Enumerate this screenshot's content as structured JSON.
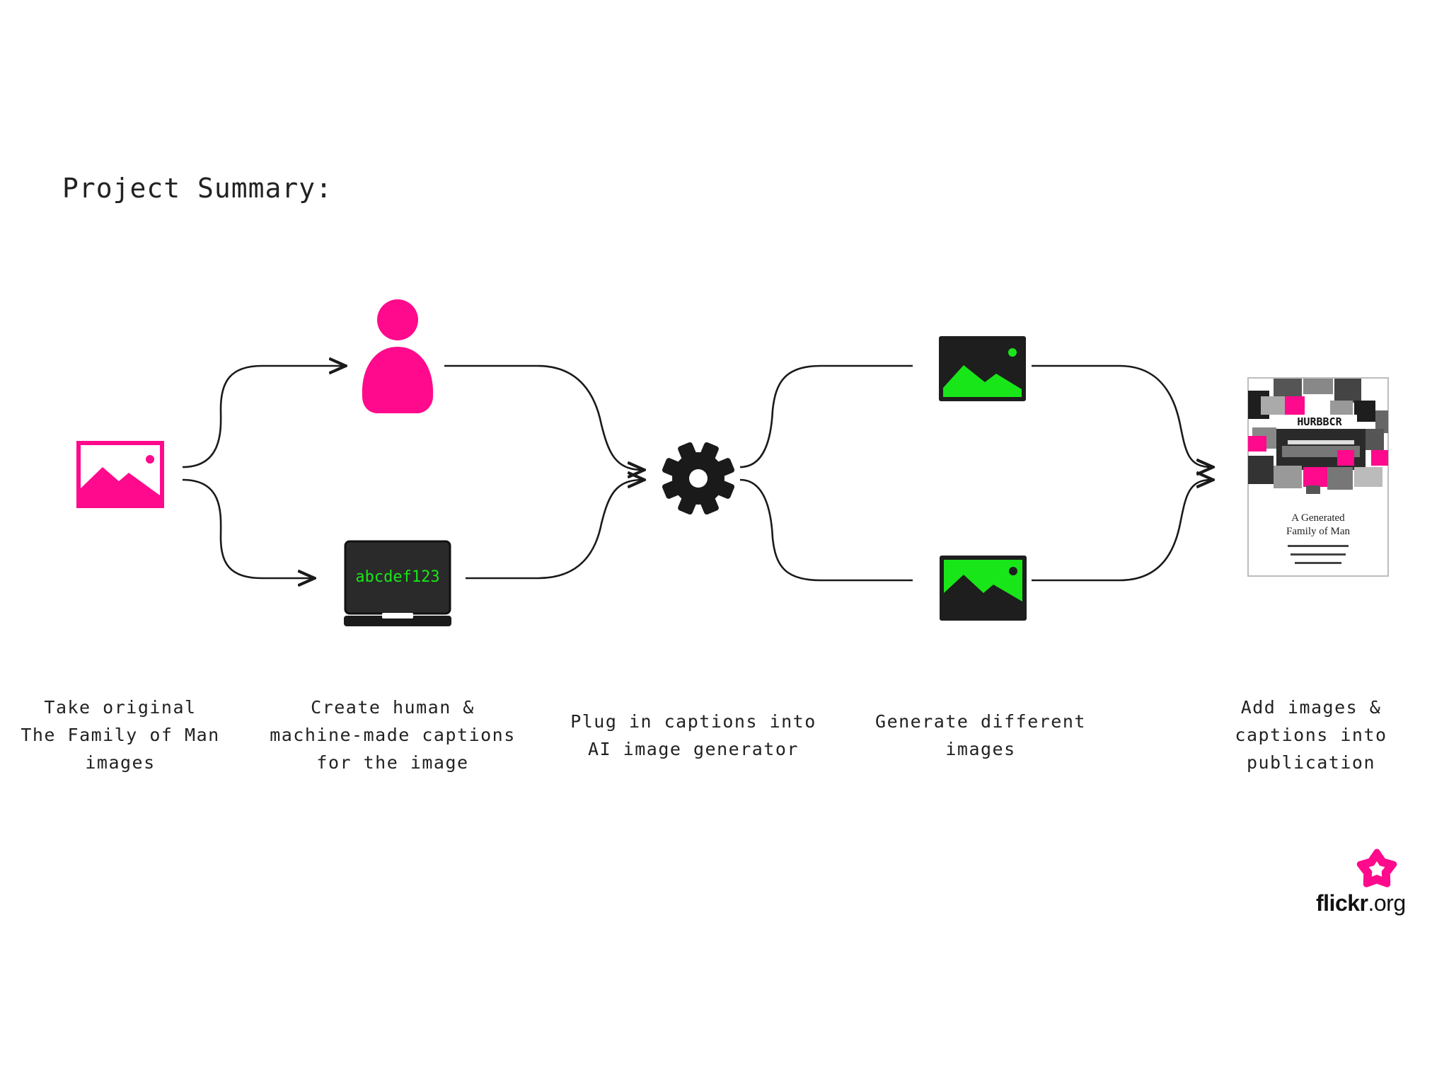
{
  "title": "Project Summary:",
  "steps": [
    {
      "label": "Take original\nThe Family of Man\nimages"
    },
    {
      "label": "Create human &\nmachine-made captions\nfor the image"
    },
    {
      "label": "Plug in captions into\nAI image generator"
    },
    {
      "label": "Generate different\nimages"
    },
    {
      "label": "Add images &\ncaptions into\npublication"
    }
  ],
  "laptop_screen_text": "abcdef123",
  "publication": {
    "masthead": "HURBBCR",
    "title_line1": "A Generated",
    "title_line2": "Family of Man"
  },
  "brand": {
    "bold": "flickr",
    "rest": ".org"
  },
  "colors": {
    "magenta": "#ff0a8c",
    "green": "#19e619",
    "dark": "#222222",
    "line": "#1a1a1a"
  },
  "icons": {
    "source": "image-icon",
    "human": "person-icon",
    "machine": "laptop-icon",
    "generator": "gear-icon",
    "output": "image-icon",
    "publication": "book-cover-icon",
    "brand": "flickr-star-icon"
  }
}
